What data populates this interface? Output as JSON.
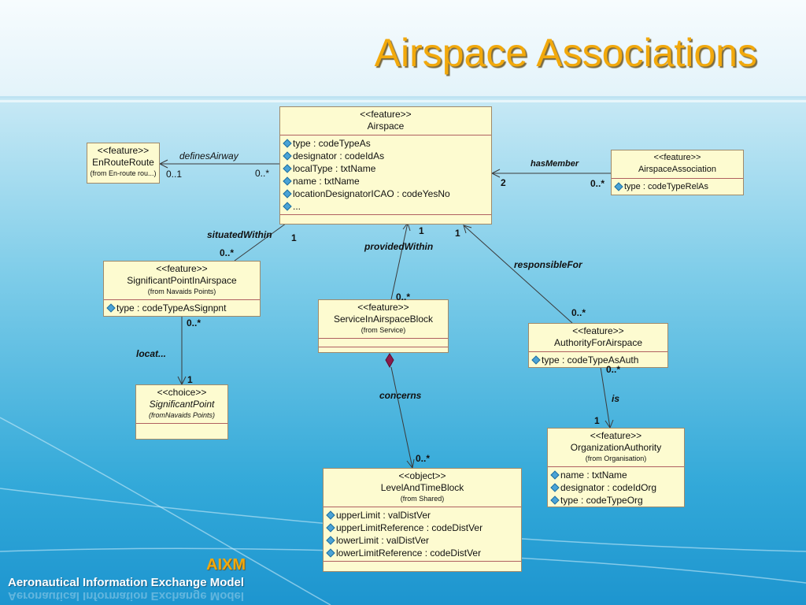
{
  "slide": {
    "title": "Airspace Associations"
  },
  "footer": {
    "brand": "AIXM",
    "name": "Aeronautical Information Exchange Model"
  },
  "classes": {
    "airspace": {
      "stereotype": "<<feature>>",
      "name": "Airspace",
      "attributes": [
        "type : codeTypeAs",
        "designator : codeIdAs",
        "localType : txtName",
        "name : txtName",
        "locationDesignatorICAO : codeYesNo",
        "..."
      ]
    },
    "enroute": {
      "stereotype": "<<feature>>",
      "name": "EnRouteRoute",
      "from": "(from En-route rou...)"
    },
    "airspace_association": {
      "stereotype": "<<feature>>",
      "name": "AirspaceAssociation",
      "attributes": [
        "type : codeTypeRelAs"
      ]
    },
    "significant_point_in_airspace": {
      "stereotype": "<<feature>>",
      "name": "SignificantPointInAirspace",
      "from": "(from Navaids Points)",
      "attributes": [
        "type : codeTypeAsSignpnt"
      ]
    },
    "service_in_airspace_block": {
      "stereotype": "<<feature>>",
      "name": "ServiceInAirspaceBlock",
      "from": "(from Service)"
    },
    "authority_for_airspace": {
      "stereotype": "<<feature>>",
      "name": "AuthorityForAirspace",
      "attributes": [
        "type : codeTypeAsAuth"
      ]
    },
    "significant_point": {
      "stereotype": "<<choice>>",
      "name": "SignificantPoint",
      "from": "(fromNavaids Points)"
    },
    "organization_authority": {
      "stereotype": "<<feature>>",
      "name": "OrganizationAuthority",
      "from": "(from Organisation)",
      "attributes": [
        "name : txtName",
        "designator : codeIdOrg",
        "type : codeTypeOrg"
      ]
    },
    "level_and_time_block": {
      "stereotype": "<<object>>",
      "name": "LevelAndTimeBlock",
      "from": "(from Shared)",
      "attributes": [
        "upperLimit : valDistVer",
        "upperLimitReference : codeDistVer",
        "lowerLimit : valDistVer",
        "lowerLimitReference : codeDistVer"
      ]
    }
  },
  "associations": {
    "defines_airway": {
      "label": "definesAirway",
      "mult_source": "0..1",
      "mult_target": "0..*"
    },
    "has_member": {
      "label": "hasMember",
      "mult_source": "2",
      "mult_target": "0..*"
    },
    "situated_within": {
      "label": "situatedWithin",
      "mult_source": "1",
      "mult_target": "0..*"
    },
    "provided_within": {
      "label": "providedWithin",
      "mult_source": "1",
      "mult_target": "0..*"
    },
    "responsible_for": {
      "label": "responsibleFor",
      "mult_source": "1",
      "mult_target": "0..*"
    },
    "locat": {
      "label": "locat...",
      "mult_source": "0..*",
      "mult_target": "1"
    },
    "concerns": {
      "label": "concerns",
      "mult_target": "0..*"
    },
    "is": {
      "label": "is",
      "mult_source": "0..*",
      "mult_target": "1"
    }
  }
}
